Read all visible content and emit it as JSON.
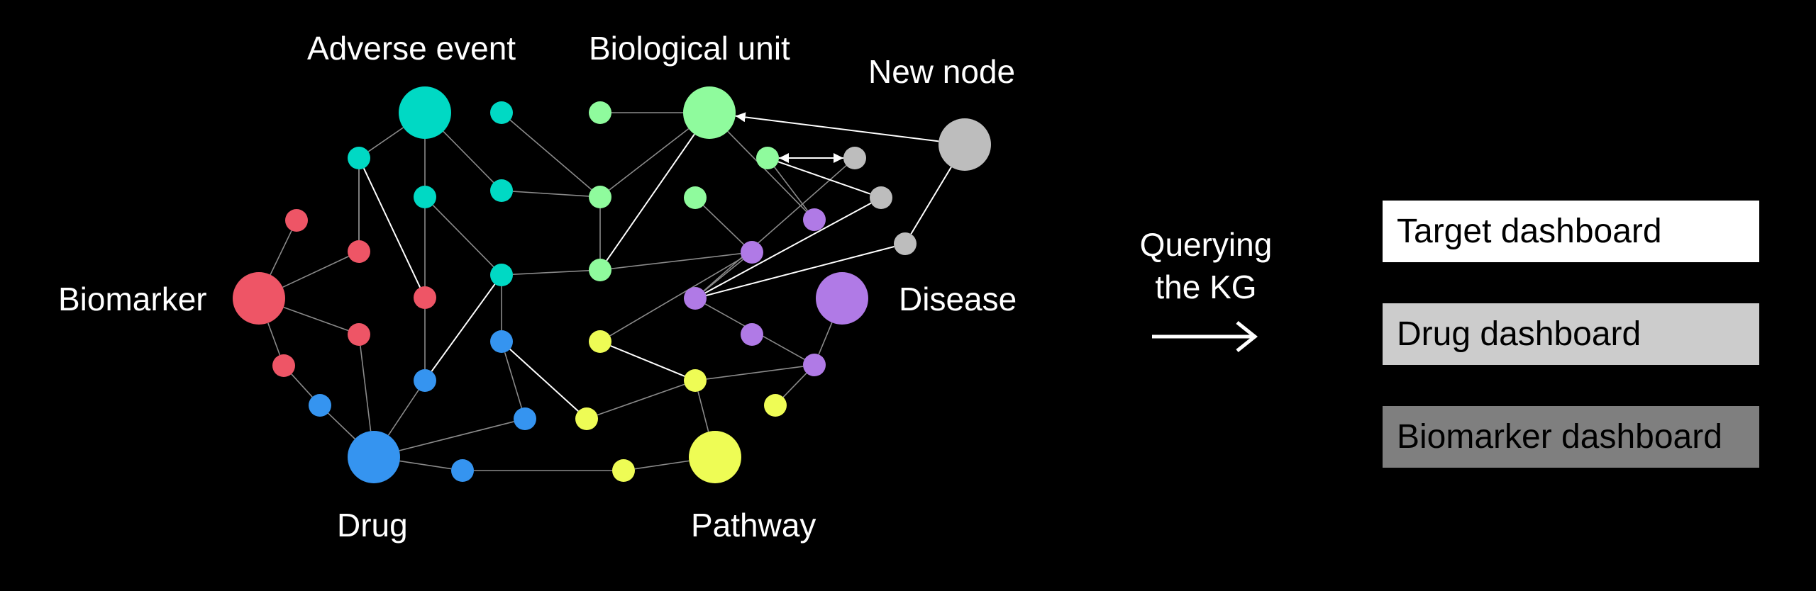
{
  "colors": {
    "biomarker": "#ee5566",
    "adverse_event": "#00d9c4",
    "biological_unit": "#8ffb9d",
    "new_node": "#bdbdbd",
    "disease": "#b07ae6",
    "drug": "#3594f0",
    "pathway": "#eefc55",
    "edge": "#8a8a8a"
  },
  "labels": {
    "adverse_event": "Adverse event",
    "biological_unit": "Biological unit",
    "new_node": "New node",
    "biomarker": "Biomarker",
    "disease": "Disease",
    "drug": "Drug",
    "pathway": "Pathway"
  },
  "query": {
    "line1": "Querying",
    "line2": "the KG"
  },
  "dashboards": [
    {
      "label": "Target dashboard",
      "background": "#ffffff"
    },
    {
      "label": "Drug dashboard",
      "background": "#cccccc"
    },
    {
      "label": "Biomarker dashboard",
      "background": "#7f7f7f"
    }
  ]
}
